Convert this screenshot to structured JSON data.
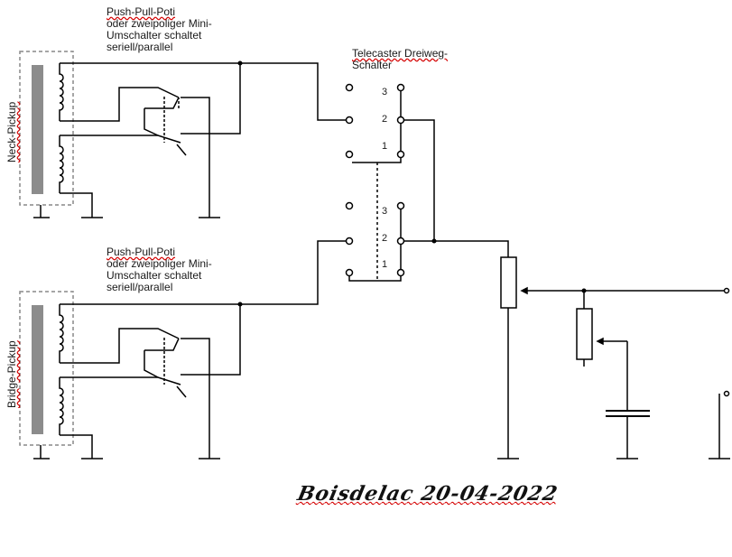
{
  "labels": {
    "push_pull_top": [
      "Push-Pull-Poti",
      "oder zweipoliger Mini-",
      "Umschalter schaltet",
      "seriell/parallel"
    ],
    "push_pull_bottom": [
      "Push-Pull-Poti",
      "oder zweipoliger Mini-",
      "Umschalter schaltet",
      "seriell/parallel"
    ],
    "switch_title": [
      "Telecaster Dreiweg-",
      "Schalter"
    ],
    "neck_pickup": "Neck-Pickup",
    "bridge_pickup": "Bridge-Pickup",
    "signature": "Boisdelac 20-04-2022"
  },
  "switch_positions": {
    "top": [
      "3",
      "2",
      "1"
    ],
    "bottom": [
      "3",
      "2",
      "1"
    ]
  },
  "colors": {
    "line": "#000000",
    "pickup_core": "#8c8c8c",
    "dashed_box": "#888888",
    "spellcheck": "#d40000"
  }
}
